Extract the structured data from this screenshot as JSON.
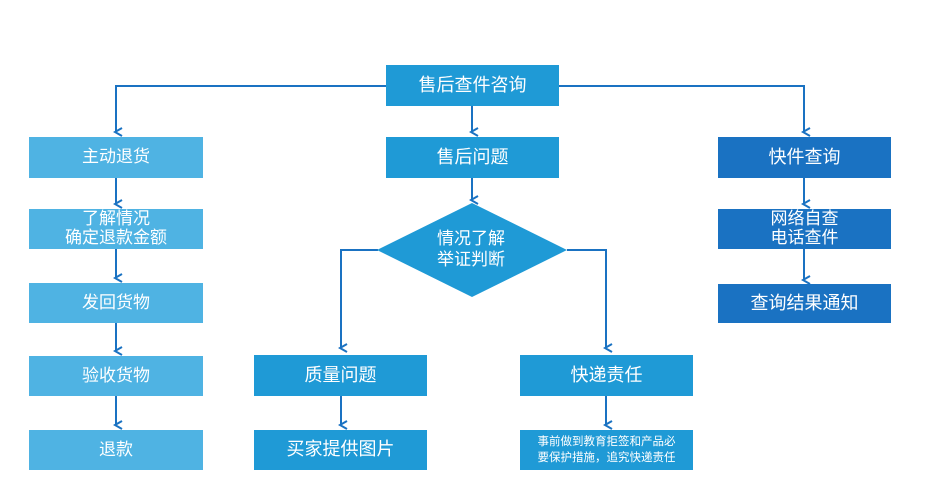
{
  "nodes": {
    "root": "售后查件咨询",
    "left": {
      "n1": "主动退货",
      "n2_line1": "了解情况",
      "n2_line2": "确定退款金额",
      "n3": "发回货物",
      "n4": "验收货物",
      "n5": "退款"
    },
    "middle": {
      "n1": "售后问题",
      "decision_line1": "情况了解",
      "decision_line2": "举证判断",
      "quality": "质量问题",
      "quality_next": "买家提供图片",
      "courier": "快递责任",
      "courier_next_line1": "事前做到教育拒签和产品必",
      "courier_next_line2": "要保护措施，追究快递责任"
    },
    "right": {
      "n1": "快件查询",
      "n2_line1": "网络自查",
      "n2_line2": "电话查件",
      "n3": "查询结果通知"
    }
  },
  "colors": {
    "light": "#4fb3e3",
    "medium": "#1f9ad6",
    "dark": "#1a72c2",
    "line": "#1a72c2"
  }
}
